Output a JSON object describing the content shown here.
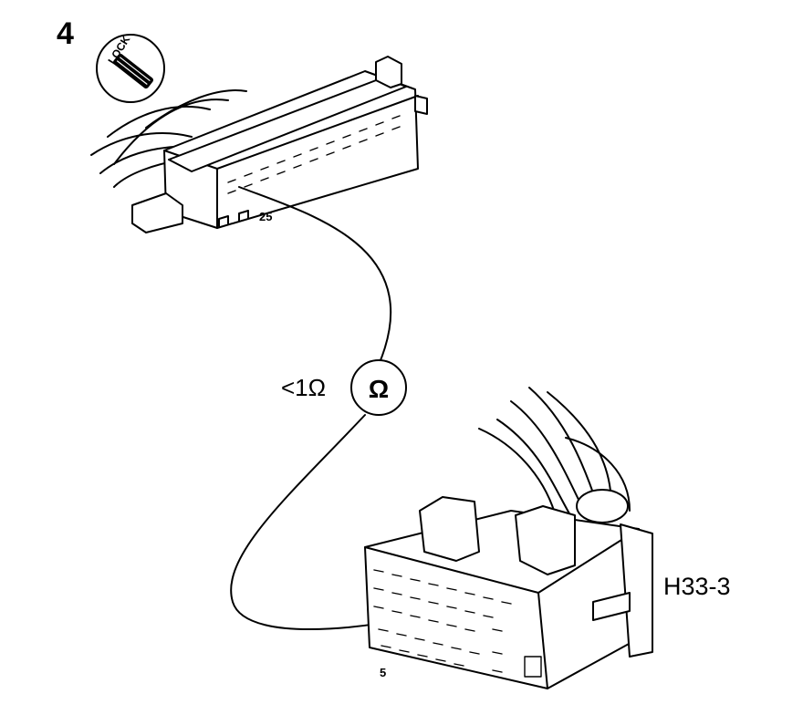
{
  "figure": {
    "step_number": "4",
    "ignition_icon": {
      "name": "ignition-lock-icon",
      "label": "LOCK"
    },
    "upper_connector": {
      "pin_label": "25"
    },
    "lower_connector": {
      "pin_label": "5",
      "label": "H33-3"
    },
    "meter": {
      "reading": "<1Ω",
      "symbol": "Ω",
      "icon": "ohmmeter-icon"
    }
  }
}
